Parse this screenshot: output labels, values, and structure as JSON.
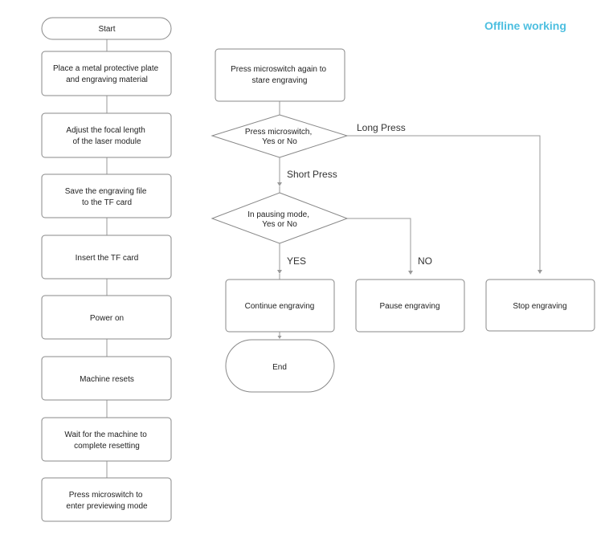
{
  "header": {
    "title": "Offline working",
    "title_color": "#4dbfe0"
  },
  "nodes": {
    "start": [
      "Start"
    ],
    "place_plate": [
      "Place a metal protective plate",
      "and engraving material"
    ],
    "adjust_focal": [
      "Adjust the focal length",
      "of the laser module"
    ],
    "save_file": [
      "Save the engraving file",
      "to the TF card"
    ],
    "insert_card": [
      "Insert the TF card"
    ],
    "power_on": [
      "Power on"
    ],
    "machine_resets": [
      "Machine resets"
    ],
    "wait_reset": [
      "Wait for the machine to",
      "complete resetting"
    ],
    "press_preview": [
      "Press microswitch to",
      "enter previewing mode"
    ],
    "press_again": [
      "Press microswitch again to",
      "stare engraving"
    ],
    "decision_press": [
      "Press microswitch,",
      "Yes or No"
    ],
    "decision_pausing": [
      "In pausing mode,",
      "Yes or No"
    ],
    "continue_engraving": [
      "Continue engraving"
    ],
    "pause_engraving": [
      "Pause engraving"
    ],
    "stop_engraving": [
      "Stop engraving"
    ],
    "end": [
      "End"
    ]
  },
  "edge_labels": {
    "long_press": "Long Press",
    "short_press": "Short Press",
    "yes": "YES",
    "no": "NO"
  },
  "colors": {
    "box_border": "#888888",
    "connector": "#9a9a9a",
    "text": "#222222"
  }
}
